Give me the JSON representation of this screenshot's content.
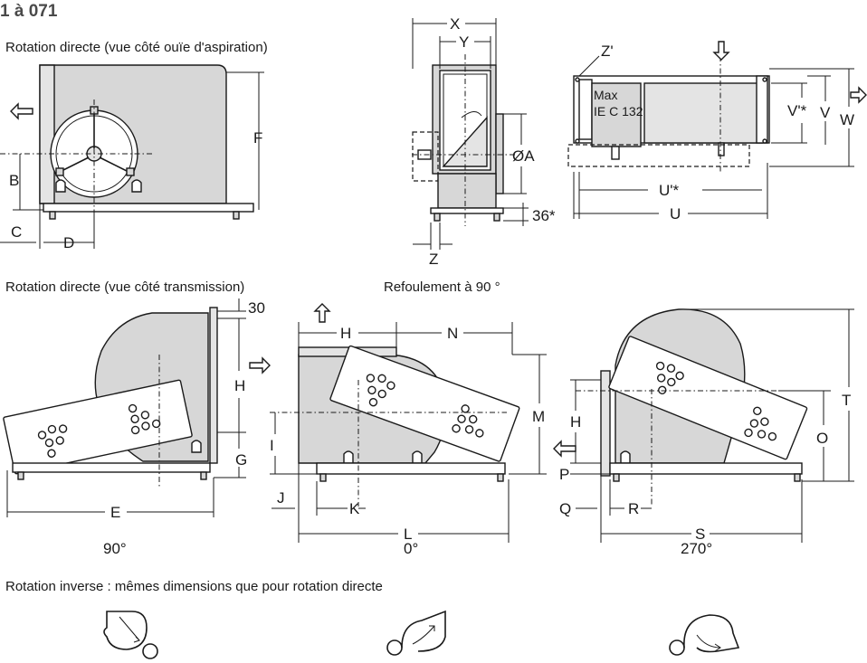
{
  "header": {
    "title": "1 à 071"
  },
  "captions": {
    "top_left": "Rotation directe (vue côté ouïe d'aspiration)",
    "mid_left": "Rotation directe (vue côté transmission)",
    "mid_center": "Refoulement à 90 °",
    "bottom": "Rotation inverse : mêmes dimensions que pour rotation directe"
  },
  "angles": {
    "left": "90°",
    "center": "0°",
    "right": "270°"
  },
  "motor_label": {
    "line1": "Max",
    "line2": "IE C 132"
  },
  "dimensions": {
    "A": "ØA",
    "B": "B",
    "C": "C",
    "D": "D",
    "E": "E",
    "F": "F",
    "G": "G",
    "H": "H",
    "I": "I",
    "J": "J",
    "K": "K",
    "L": "L",
    "M": "M",
    "N": "N",
    "O": "O",
    "P": "P",
    "Q": "Q",
    "R": "R",
    "S": "S",
    "T": "T",
    "U": "U",
    "U_star": "U'*",
    "V": "V",
    "V_star": "V'*",
    "W": "W",
    "X": "X",
    "Y": "Y",
    "Z": "Z",
    "Z_prime": "Z'",
    "val_30": "30",
    "val_36": "36*"
  },
  "icons": [
    "arrow-left-icon",
    "arrow-right-icon",
    "arrow-up-icon",
    "arrow-down-icon",
    "rotation-clockwise-icon",
    "rotation-ccw-icon",
    "rotation-270-icon"
  ]
}
